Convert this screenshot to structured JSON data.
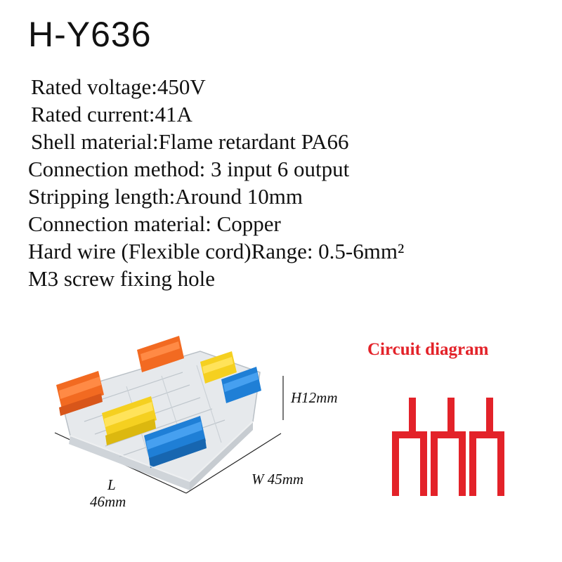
{
  "title": "H-Y636",
  "specs": [
    "Rated voltage:450V",
    "Rated current:41A",
    "Shell material:Flame retardant PA66",
    "Connection method: 3 input 6 output",
    "Stripping length:Around 10mm",
    "Connection material: Copper",
    "Hard wire (Flexible cord)Range: 0.5-6mm²",
    "M3 screw fixing hole"
  ],
  "dimensions": {
    "length_label": "L",
    "length_value": "46mm",
    "width": "W 45mm",
    "height": "H12mm"
  },
  "circuit": {
    "title": "Circuit diagram",
    "color": "#e32229"
  },
  "lever_colors": {
    "orange": "#f26a21",
    "yellow": "#f5d020",
    "blue": "#1f7fd6"
  },
  "icons": [
    "connector-product-image",
    "circuit-diagram-icon"
  ]
}
